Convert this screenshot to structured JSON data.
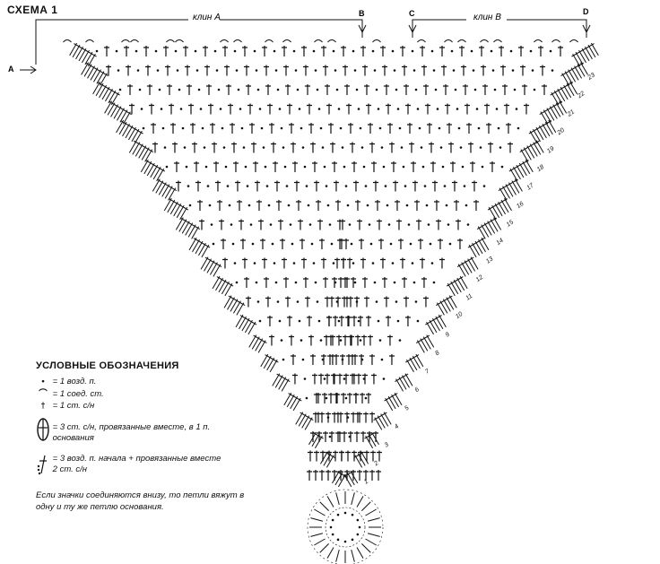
{
  "diagram": {
    "title": "СХЕМА 1",
    "wedge_a_label": "клин А",
    "wedge_b_label": "клин В",
    "marker_a": "А",
    "marker_b": "B",
    "marker_c": "C",
    "marker_d": "D",
    "row_numbers": [
      "1",
      "2",
      "3",
      "4",
      "5",
      "6",
      "7",
      "8",
      "9",
      "10",
      "11",
      "12",
      "13",
      "14",
      "15",
      "16",
      "17",
      "18",
      "19",
      "20",
      "21",
      "22",
      "23"
    ],
    "line_color": "#111111"
  },
  "legend": {
    "title": "УСЛОВНЫЕ ОБОЗНАЧЕНИЯ",
    "items": [
      {
        "icon": "chain-stitch-dot",
        "text": "= 1 возд. п."
      },
      {
        "icon": "slip-stitch-arc",
        "text": "= 1 соед. ст."
      },
      {
        "icon": "double-crochet-t",
        "text": "= 1 ст. с/н"
      },
      {
        "icon": "three-dc-together-oval",
        "text": "= 3 ст. с/н, провязанные вместе, в 1 п. основания"
      },
      {
        "icon": "chain-plus-two-dc-together",
        "text": "= 3 возд. п. начала + провязанные вместе 2 ст. с/н"
      }
    ],
    "note": "Если значки соединяются внизу, то петли вяжут в одну и ту же петлю основания."
  }
}
